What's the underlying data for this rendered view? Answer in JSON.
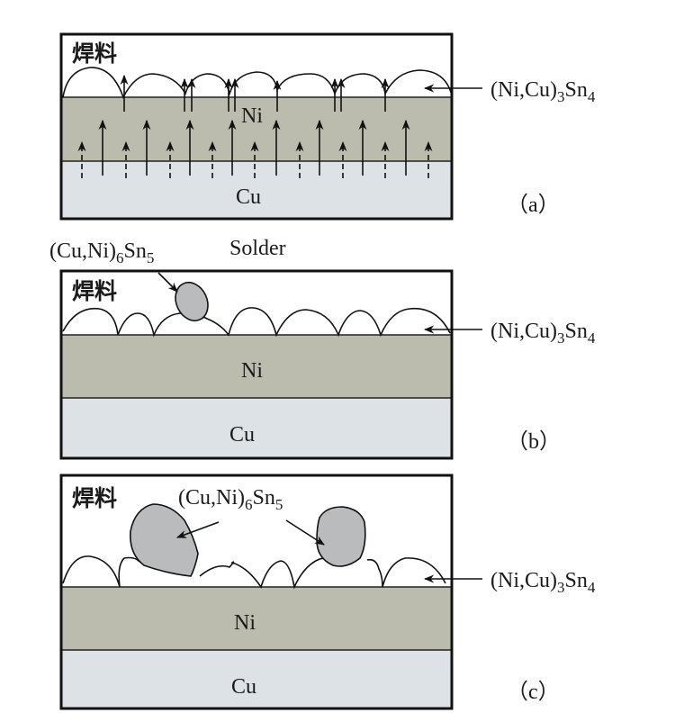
{
  "figure": {
    "colors": {
      "solder": "#ffffff",
      "ni_layer": "#bbbbae",
      "cu_layer": "#dce2e5",
      "particle": "#b9bbbc",
      "line": "#111111"
    },
    "panels": [
      {
        "id": "a",
        "label": "（a）",
        "solder_label": "焊料",
        "ni_label": "Ni",
        "cu_label": "Cu",
        "imc_label": {
          "base": "(Ni,Cu)",
          "sub1": "3",
          "mid": "Sn",
          "sub2": "4"
        }
      },
      {
        "id": "b",
        "label": "（b）",
        "solder_label": "焊料",
        "ni_label": "Ni",
        "cu_label": "Cu",
        "imc_label": {
          "base": "(Ni,Cu)",
          "sub1": "3",
          "mid": "Sn",
          "sub2": "4"
        },
        "particle_label": {
          "base": "(Cu,Ni)",
          "sub1": "6",
          "mid": "Sn",
          "sub2": "5"
        },
        "solder_en_label": "Solder"
      },
      {
        "id": "c",
        "label": "（c）",
        "solder_label": "焊料",
        "ni_label": "Ni",
        "cu_label": "Cu",
        "imc_label": {
          "base": "(Ni,Cu)",
          "sub1": "3",
          "mid": "Sn",
          "sub2": "4"
        },
        "particle_label": {
          "base": "(Cu,Ni)",
          "sub1": "6",
          "mid": "Sn",
          "sub2": "5"
        }
      }
    ]
  }
}
